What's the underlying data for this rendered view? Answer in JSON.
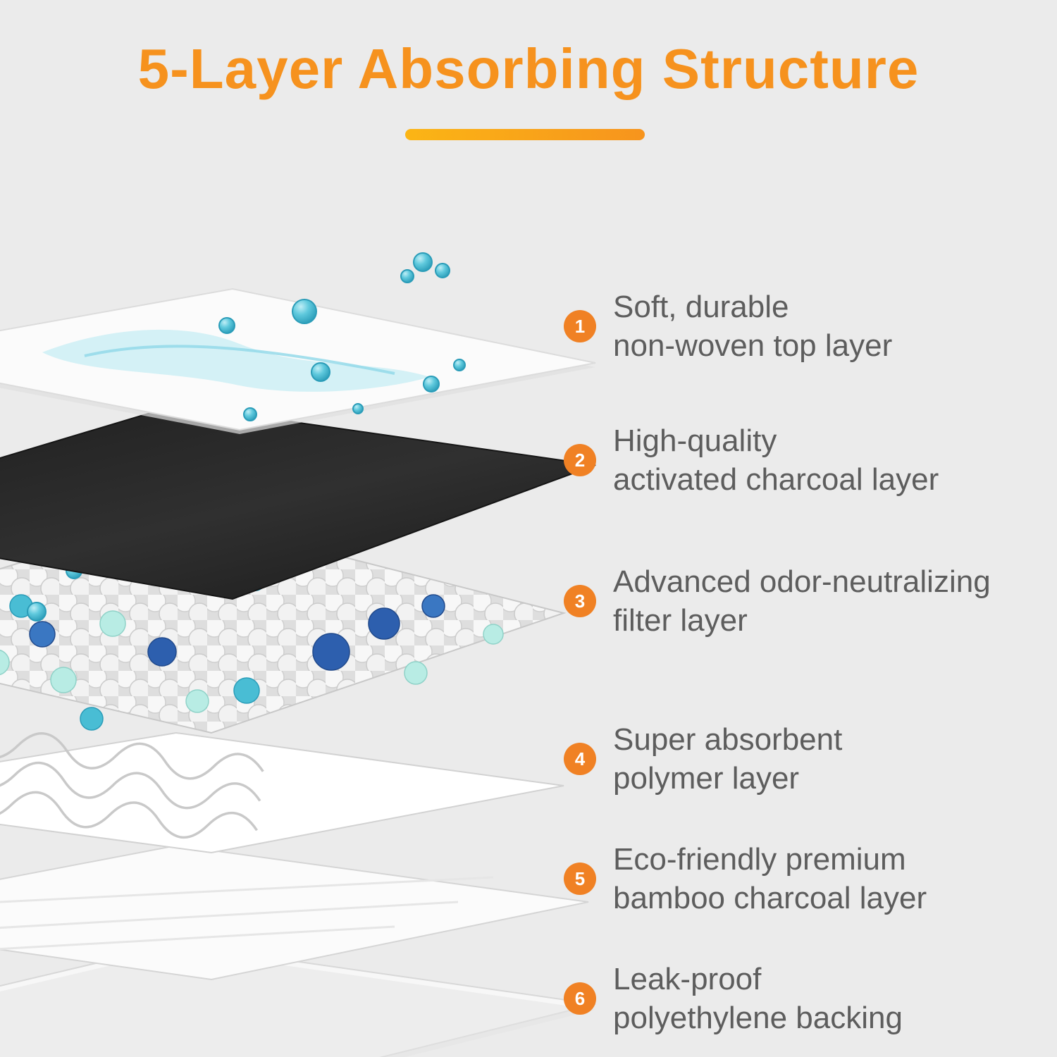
{
  "title": "5-Layer Absorbing Structure",
  "colors": {
    "accent_orange": "#F6921E",
    "underline_yellow": "#F9A81A",
    "background": "#EBEBEB",
    "text_gray": "#5D5D5D",
    "badge_orange": "#F08124",
    "charcoal_layer": "#262626",
    "droplet_teal": "#45BCD6",
    "bead_blue": "#2D5FAE",
    "bead_mint": "#B8ECE4"
  },
  "callouts": [
    {
      "number": "1",
      "line1": "Soft, durable",
      "line2": "non-woven top layer"
    },
    {
      "number": "2",
      "line1": "High-quality",
      "line2": "activated charcoal layer"
    },
    {
      "number": "3",
      "line1": "Advanced odor-neutralizing",
      "line2": "filter layer"
    },
    {
      "number": "4",
      "line1": "Super absorbent",
      "line2": "polymer layer"
    },
    {
      "number": "5",
      "line1": "Eco-friendly premium",
      "line2": "bamboo charcoal layer"
    },
    {
      "number": "6",
      "line1": "Leak-proof",
      "line2": "polyethylene backing"
    }
  ],
  "layers": [
    {
      "name": "non-woven top layer"
    },
    {
      "name": "activated charcoal layer"
    },
    {
      "name": "odor-neutralizing filter layer"
    },
    {
      "name": "super absorbent polymer layer"
    },
    {
      "name": "bamboo charcoal layer"
    },
    {
      "name": "leak-proof polyethylene backing"
    }
  ]
}
